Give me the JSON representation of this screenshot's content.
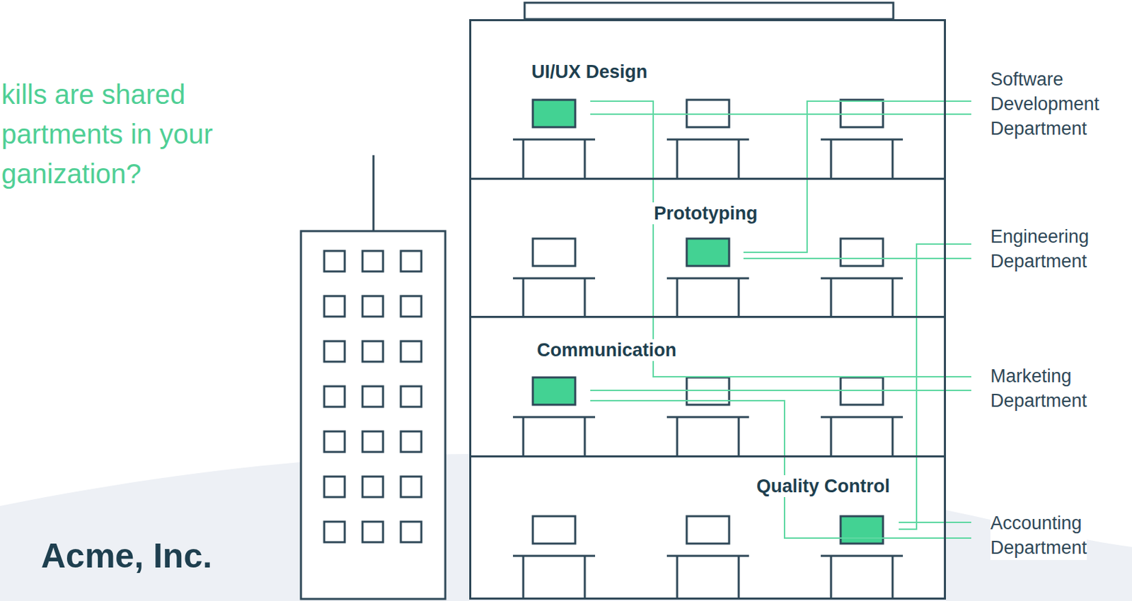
{
  "diagram": {
    "title": "kills are shared partments in your ganization?",
    "nodes": [
      {
        "text": [
          "UI/UX Design"
        ]
      },
      {
        "text": [
          "Prototyping"
        ]
      },
      {
        "text": [
          "Communication"
        ]
      },
      {
        "text": [
          "Quality Control"
        ]
      },
      {
        "text": [
          "Software Development Department"
        ]
      },
      {
        "text": [
          "Engineering Department"
        ]
      },
      {
        "text": [
          "Marketing Department"
        ]
      },
      {
        "text": [
          "Accounting Department"
        ]
      }
    ],
    "edges": [
      {
        "from": 0,
        "to": 4,
        "arrow": "none"
      },
      {
        "from": 0,
        "to": 6,
        "arrow": "none"
      },
      {
        "from": 1,
        "to": 4,
        "arrow": "none"
      },
      {
        "from": 1,
        "to": 5,
        "arrow": "none"
      },
      {
        "from": 2,
        "to": 6,
        "arrow": "none"
      },
      {
        "from": 2,
        "to": 7,
        "arrow": "none"
      },
      {
        "from": 3,
        "to": 7,
        "arrow": "none"
      },
      {
        "from": 3,
        "to": 5,
        "arrow": "none"
      }
    ],
    "labels": [
      "Acme, Inc."
    ]
  }
}
